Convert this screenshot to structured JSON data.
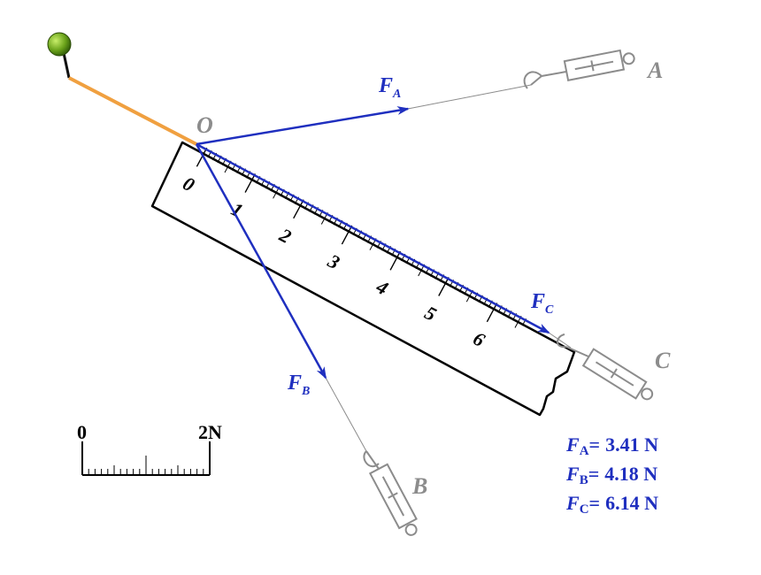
{
  "points": {
    "O": "O",
    "A": "A",
    "B": "B",
    "C": "C"
  },
  "forces": [
    {
      "id": "A",
      "symbol": "F",
      "sub": "A"
    },
    {
      "id": "B",
      "symbol": "F",
      "sub": "B"
    },
    {
      "id": "C",
      "symbol": "F",
      "sub": "C"
    }
  ],
  "ruler": {
    "numbers": [
      "0",
      "1",
      "2",
      "3",
      "4",
      "5",
      "6"
    ]
  },
  "scale": {
    "start": "0",
    "end": "2N",
    "value_N": 2
  },
  "results": [
    {
      "symbol": "F",
      "sub": "A",
      "eq": "=",
      "value": "3.41 N"
    },
    {
      "symbol": "F",
      "sub": "B",
      "eq": "=",
      "value": "4.18 N"
    },
    {
      "symbol": "F",
      "sub": "C",
      "eq": "=",
      "value": "6.14 N"
    }
  ],
  "colors": {
    "force": "#1f2fbf",
    "rope": "#f0a040",
    "gray": "#8c8c8c",
    "ball": "#6aa21a"
  }
}
